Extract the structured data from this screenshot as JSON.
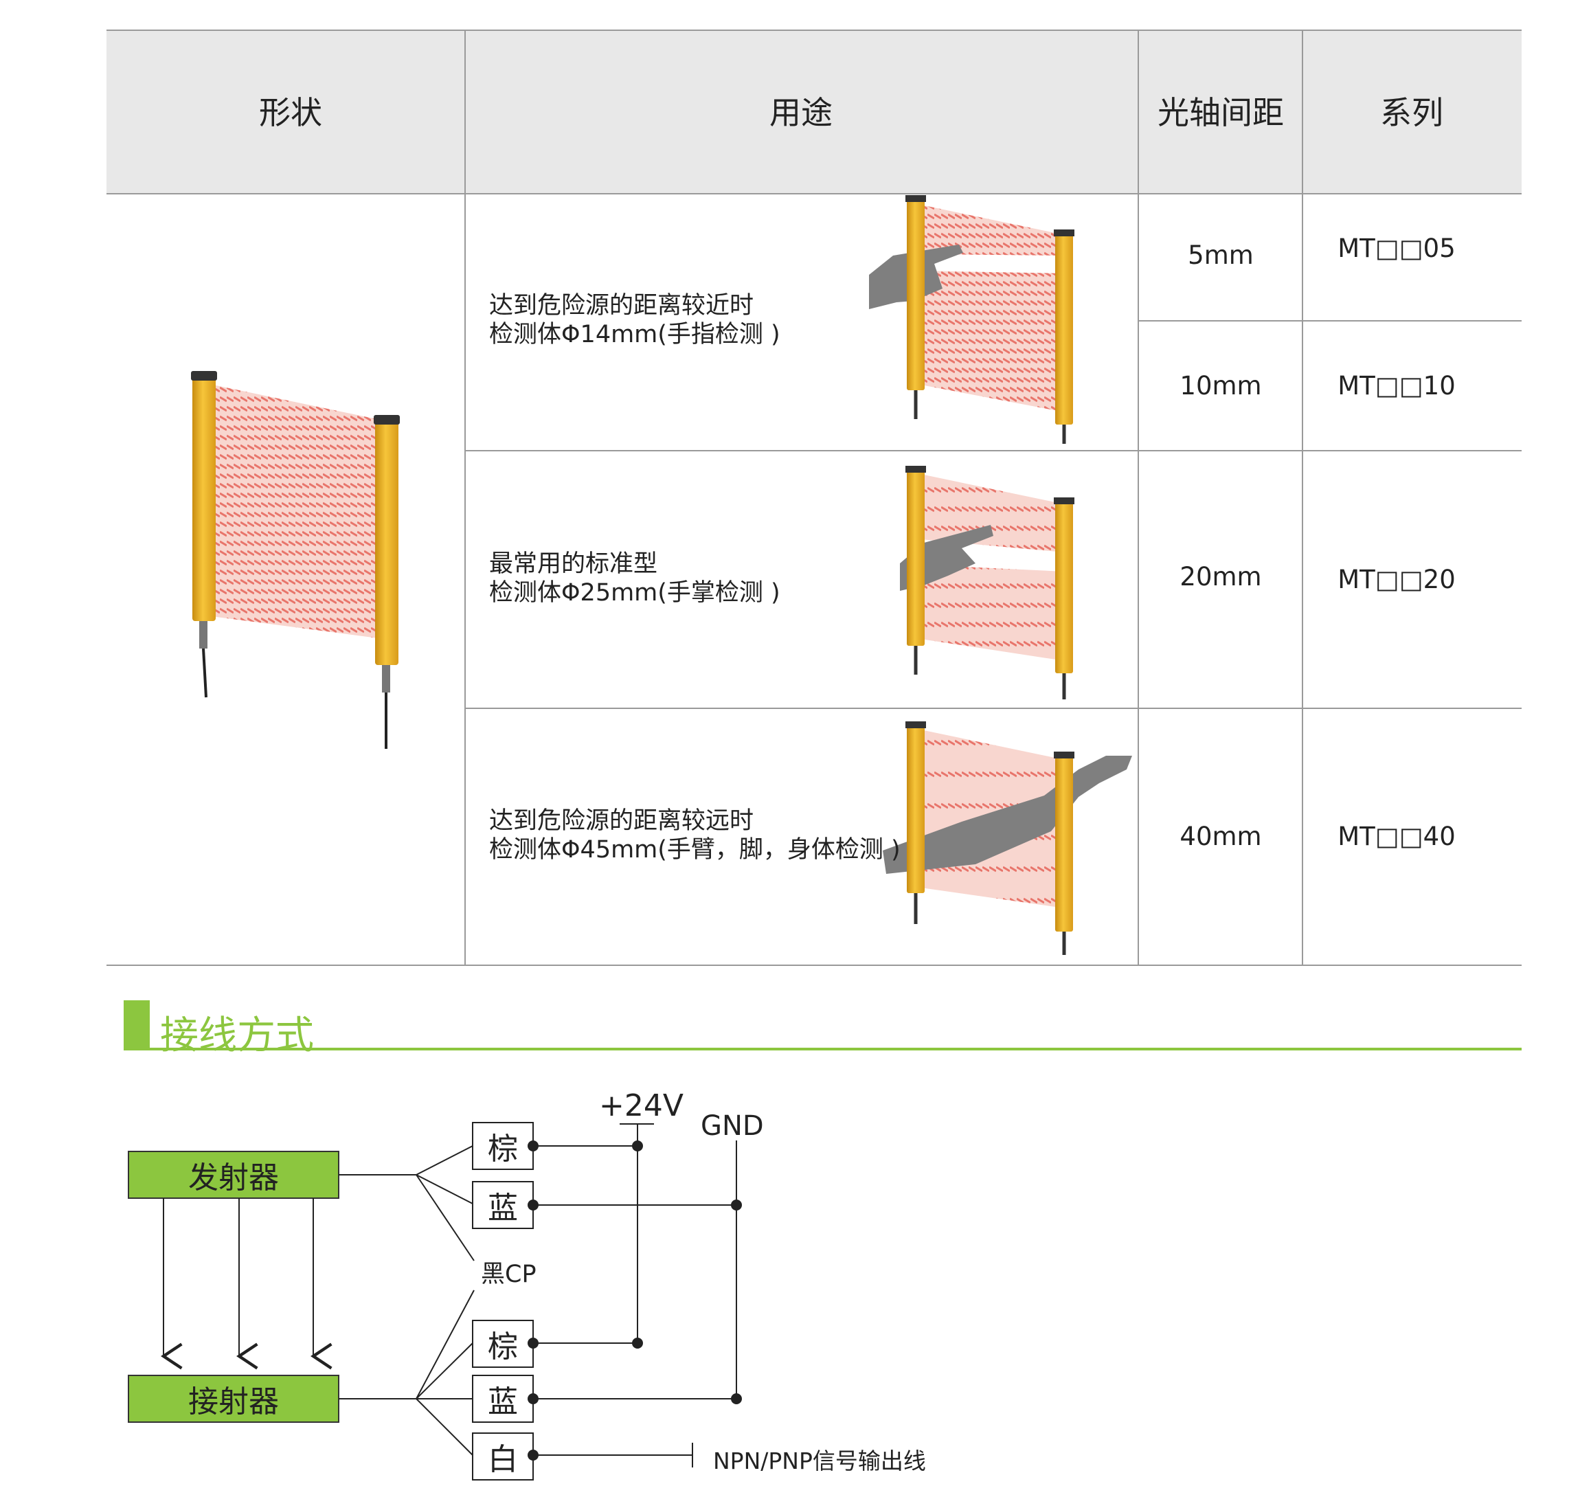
{
  "table": {
    "headers": [
      "形状",
      "用途",
      "光轴间距",
      "系列"
    ],
    "rows": [
      {
        "use_line1": "达到危险源的距离较近时",
        "use_line2": "检测体Φ14mm(手指检测 )",
        "pitches": [
          "5mm",
          "10mm"
        ],
        "series": [
          "MT□□05",
          "MT□□10"
        ]
      },
      {
        "use_line1": "最常用的标准型",
        "use_line2": "检测体Φ25mm(手掌检测 )",
        "pitches": [
          "20mm"
        ],
        "series": [
          "MT□□20"
        ]
      },
      {
        "use_line1": "达到危险源的距离较远时",
        "use_line2": "检测体Φ45mm(手臂，脚，身体检测 )",
        "pitches": [
          "40mm"
        ],
        "series": [
          "MT□□40"
        ]
      }
    ]
  },
  "wiring": {
    "title": "接线方式",
    "emitter": "发射器",
    "receiver": "接射器",
    "power": "+24V",
    "ground": "GND",
    "black_cp": "黑CP",
    "emitter_wires": [
      "棕",
      "蓝"
    ],
    "receiver_wires": [
      "棕",
      "蓝",
      "白"
    ],
    "output_label": "NPN/PNP信号输出线"
  },
  "colors": {
    "header_bg": "#e8e8e8",
    "accent_green": "#8cc63f",
    "box_green": "#8cc63f",
    "sensor_yellow": "#f0b92a",
    "beam_red": "#e8756b",
    "rule_gray": "#999999"
  },
  "icons": [
    "light-curtain-image",
    "finger-hand-image",
    "palm-hand-image",
    "arm-hand-image"
  ]
}
